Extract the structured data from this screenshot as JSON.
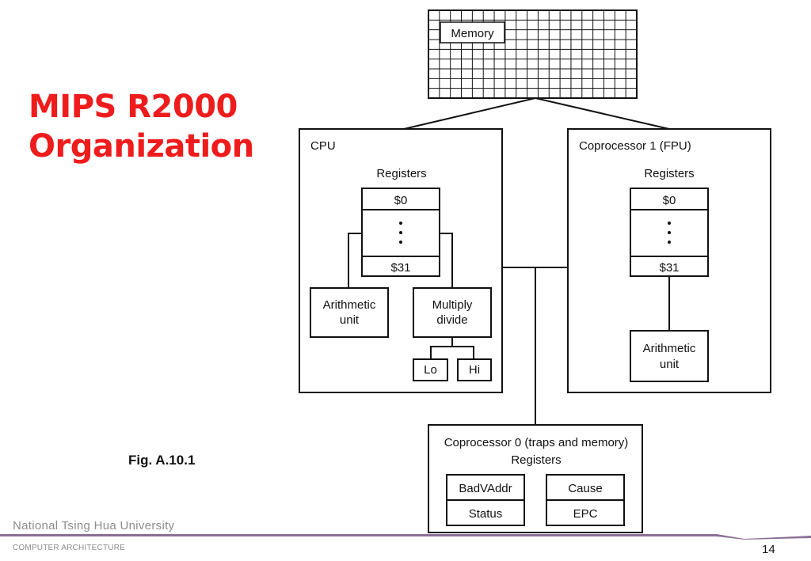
{
  "slide": {
    "title_line1": "MIPS R2000",
    "title_line2": "Organization",
    "figure_label": "Fig. A.10.1",
    "page_number": "14"
  },
  "footer": {
    "university": "National Tsing Hua University",
    "course": "COMPUTER ARCHITECTURE",
    "band_color": "#8b6f95"
  },
  "diagram": {
    "memory": {
      "label": "Memory"
    },
    "cpu": {
      "label": "CPU",
      "registers_label": "Registers",
      "reg_first": "$0",
      "reg_last": "$31",
      "arith_line1": "Arithmetic",
      "arith_line2": "unit",
      "muldiv_line1": "Multiply",
      "muldiv_line2": "divide",
      "lo": "Lo",
      "hi": "Hi"
    },
    "fpu": {
      "label": "Coprocessor 1 (FPU)",
      "registers_label": "Registers",
      "reg_first": "$0",
      "reg_last": "$31",
      "arith_line1": "Arithmetic",
      "arith_line2": "unit"
    },
    "cp0": {
      "label": "Coprocessor 0 (traps and memory)",
      "registers_label": "Registers",
      "badvaddr": "BadVAddr",
      "cause": "Cause",
      "status": "Status",
      "epc": "EPC"
    }
  },
  "colors": {
    "title": "#ee1c1c",
    "footer_text": "#8c8c8c"
  }
}
